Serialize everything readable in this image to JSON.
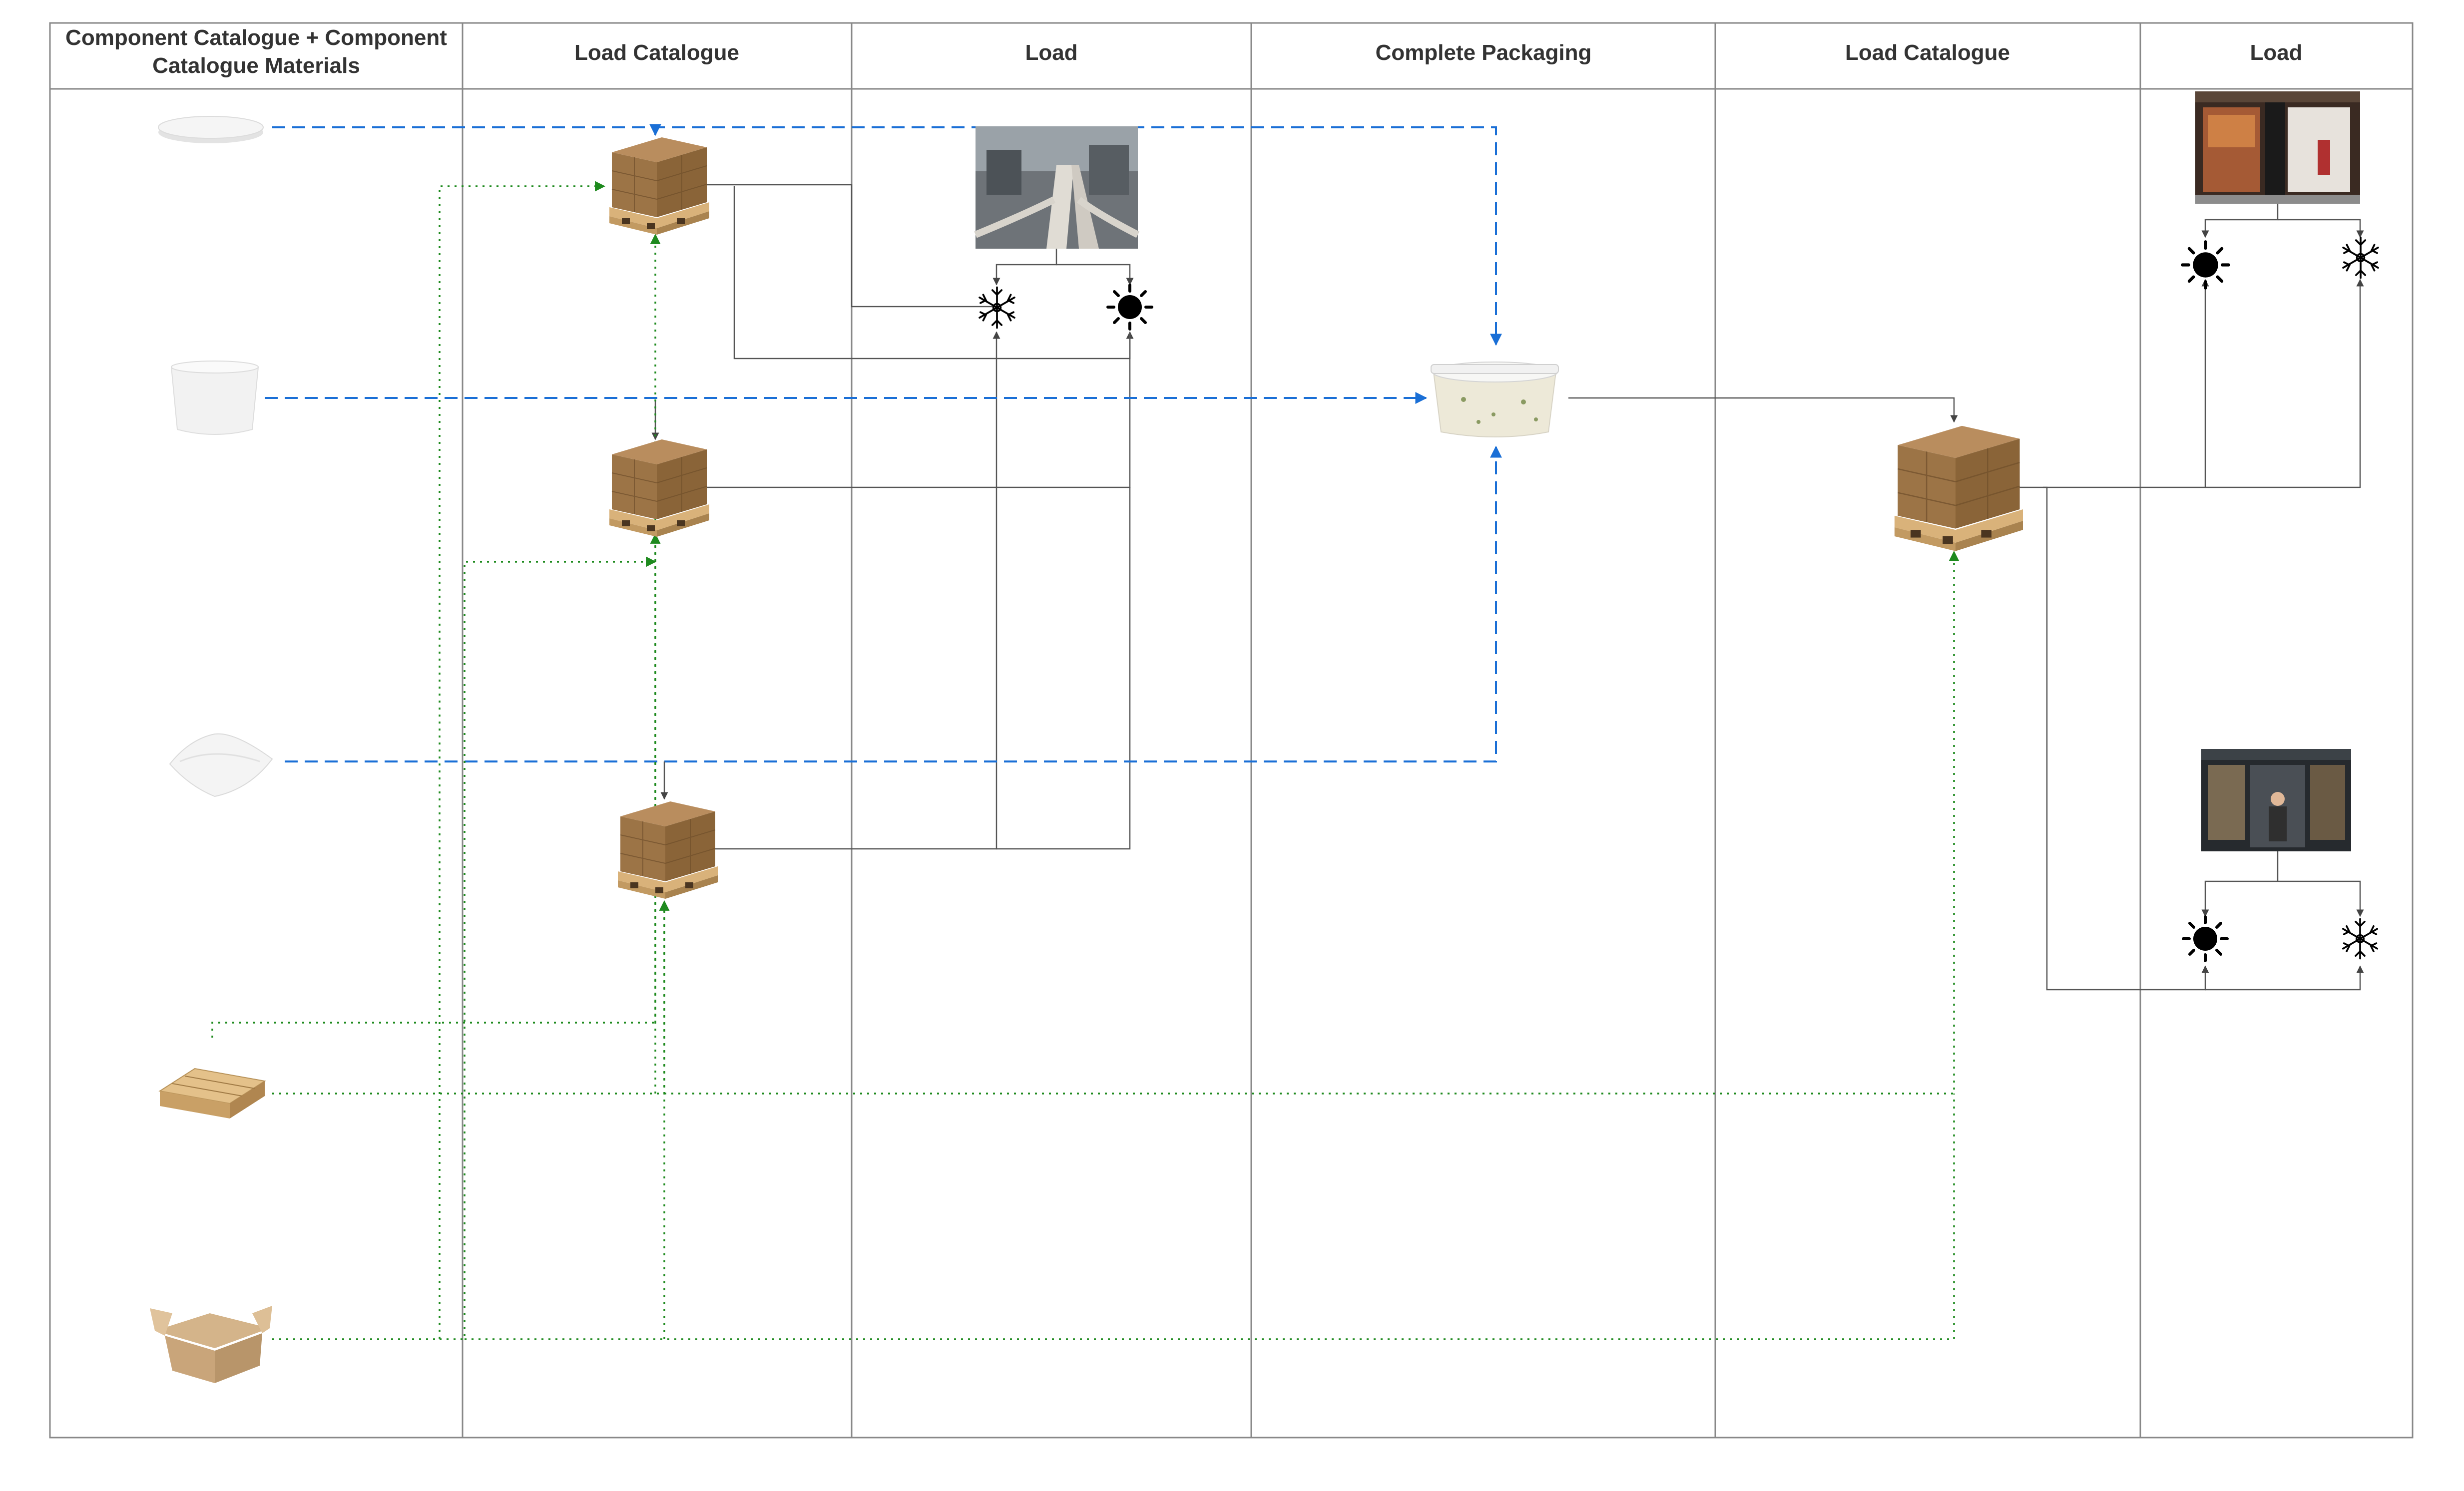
{
  "lanes": [
    {
      "title": [
        "Component Catalogue + Component",
        "Catalogue Materials"
      ]
    },
    {
      "title": [
        "Load Catalogue"
      ]
    },
    {
      "title": [
        "Load"
      ]
    },
    {
      "title": [
        "Complete Packaging"
      ]
    },
    {
      "title": [
        "Load Catalogue"
      ]
    },
    {
      "title": [
        "Load"
      ]
    }
  ],
  "legend_colors": {
    "component_flow": "#1a6fd6",
    "packaging_flow": "#1e8a1e",
    "load_flow": "#555555"
  },
  "nodes": {
    "materials": [
      "lid-material",
      "tub-material",
      "film-material",
      "wooden-pallet-material",
      "cardboard-box-material"
    ],
    "catalogue_pallets": [
      "pallet-stack-lid",
      "pallet-stack-tub",
      "pallet-stack-film"
    ],
    "load_area": [
      "conveyor-line-photo",
      "cold-storage-icon",
      "ambient-storage-icon"
    ],
    "packaging": [
      "finished-tub-product"
    ],
    "final_catalogue": [
      "finished-pallet-stack"
    ],
    "outlets": [
      "store-front-photo-1",
      "store-front-photo-2"
    ]
  }
}
